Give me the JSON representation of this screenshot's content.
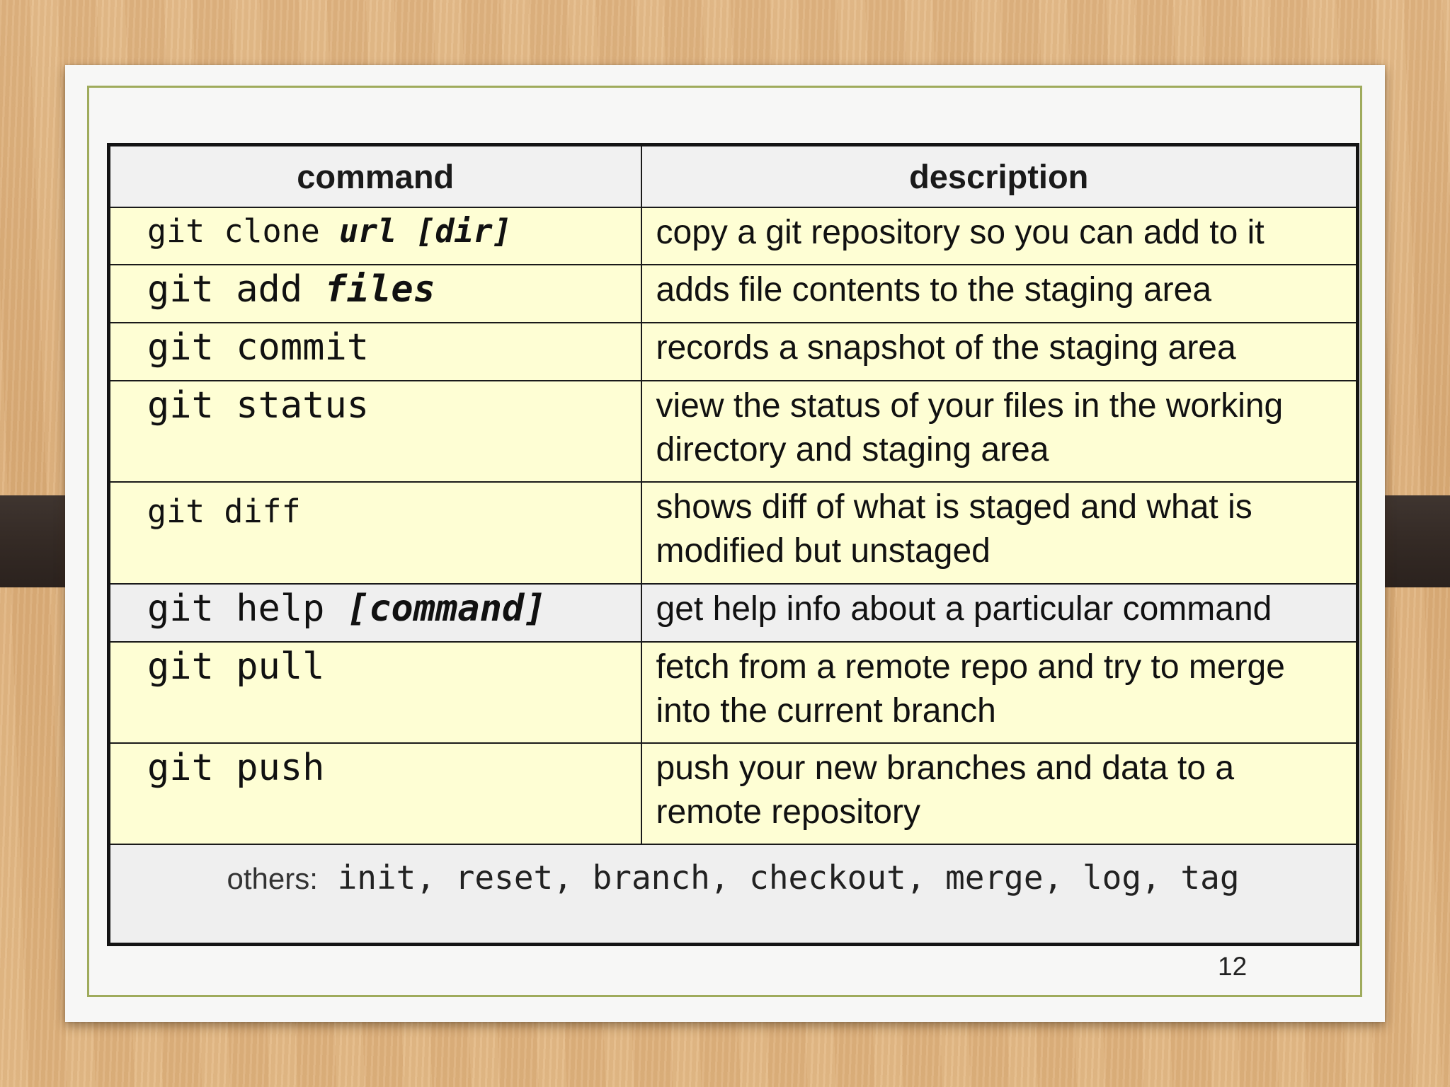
{
  "table": {
    "headers": {
      "command": "command",
      "description": "description"
    },
    "rows": [
      {
        "cmd": "git clone ",
        "arg": "url [dir]",
        "desc": "copy a git repository so you can add to it"
      },
      {
        "cmd": "git add ",
        "arg": "files",
        "desc": "adds file contents to the staging area"
      },
      {
        "cmd": "git commit",
        "desc": "records a snapshot of the staging area"
      },
      {
        "cmd": "git status",
        "desc": "view the status of your files in the working directory and staging area"
      },
      {
        "cmd": "git diff",
        "desc": "shows diff of what is staged and what is modified but unstaged"
      },
      {
        "cmd": "git help ",
        "arg": "[command]",
        "desc": "get help info about a particular command"
      },
      {
        "cmd": "git pull",
        "desc": "fetch from a remote repo and try to merge into the current branch"
      },
      {
        "cmd": "git push",
        "desc": "push your new branches and data to a remote repository"
      }
    ],
    "others_label": "others:",
    "others_list": " init, reset, branch, checkout, merge, log, tag"
  },
  "page_number": "12"
}
